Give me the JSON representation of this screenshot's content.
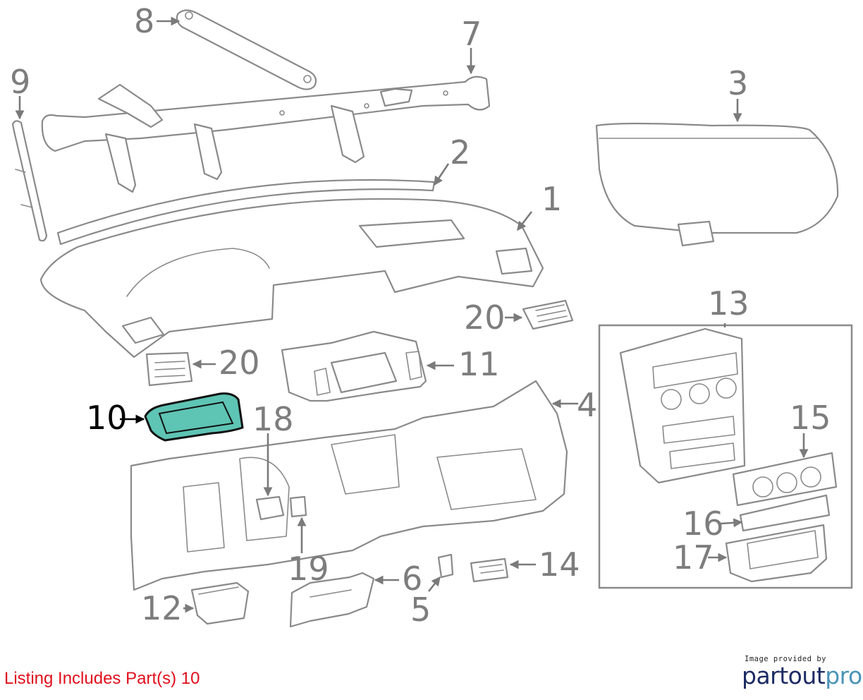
{
  "caption": "Listing Includes Part(s) 10",
  "branding": {
    "provided_by": "Image provided by",
    "logo_main": "partout",
    "logo_accent": "pro"
  },
  "highlight_color": "#5ec4b4",
  "caption_color": "#e0101d",
  "callouts": {
    "p1": "1",
    "p2": "2",
    "p3": "3",
    "p4": "4",
    "p5": "5",
    "p6": "6",
    "p7": "7",
    "p8": "8",
    "p9": "9",
    "p10": "10",
    "p11": "11",
    "p12": "12",
    "p13": "13",
    "p14": "14",
    "p15": "15",
    "p16": "16",
    "p17": "17",
    "p18": "18",
    "p19": "19",
    "p20a": "20",
    "p20b": "20"
  },
  "highlighted_part": "10"
}
